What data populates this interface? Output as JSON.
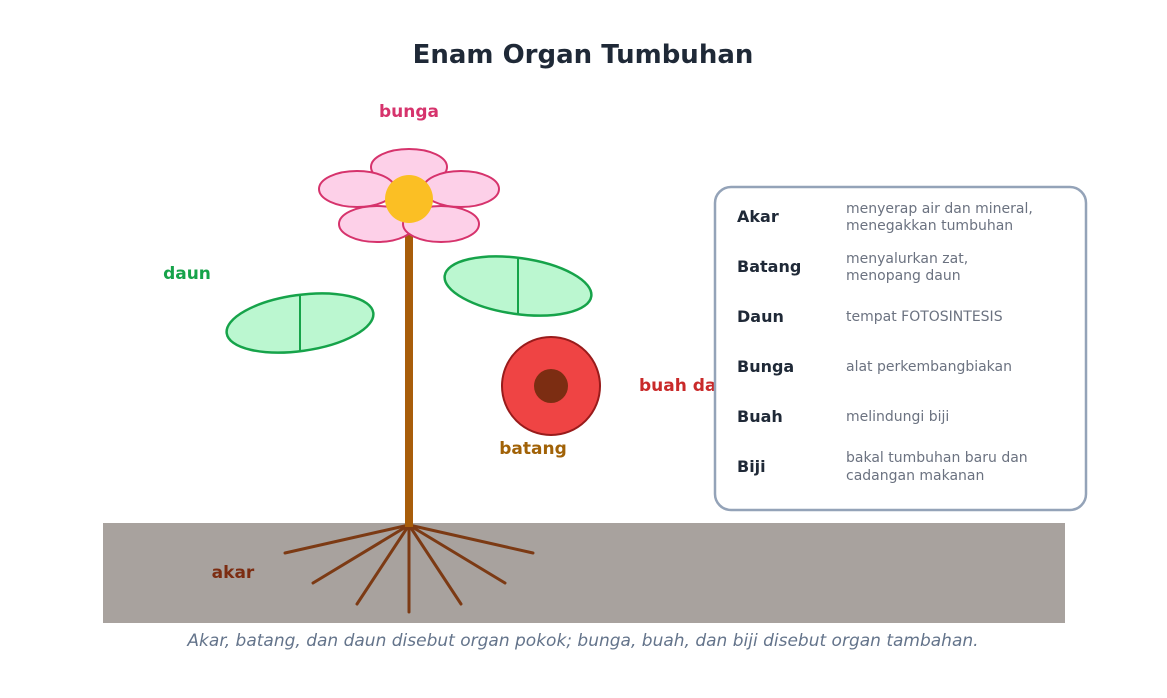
{
  "title": "Enam Organ Tumbuhan",
  "labels": {
    "bunga": "bunga",
    "daun": "daun",
    "buah": "buah dan biji",
    "batang": "batang",
    "akar": "akar"
  },
  "legend": [
    {
      "organ": "Akar",
      "lines": [
        "menyerap air dan mineral,",
        "menegakkan tumbuhan"
      ]
    },
    {
      "organ": "Batang",
      "lines": [
        "menyalurkan zat,",
        "menopang daun"
      ]
    },
    {
      "organ": "Daun",
      "lines": [
        "tempat FOTOSINTESIS"
      ]
    },
    {
      "organ": "Bunga",
      "lines": [
        "alat perkembangbiakan"
      ]
    },
    {
      "organ": "Buah",
      "lines": [
        "melindungi biji"
      ]
    },
    {
      "organ": "Biji",
      "lines": [
        "bakal tumbuhan baru dan",
        "cadangan makanan"
      ]
    }
  ],
  "caption": "Akar, batang, dan daun disebut organ pokok; bunga, buah, dan biji disebut organ tambahan.",
  "colors": {
    "title": "#1f2937",
    "flower_label": "#d6336c",
    "leaf_label": "#16a34a",
    "fruit_label": "#c92a2a",
    "stem_label": "#a16207",
    "root_label": "#7c2d12",
    "soil": "#a8a29e",
    "stem": "#a85d0a",
    "root": "#7c3a14",
    "petal_fill": "#fdd0e8",
    "petal_stroke": "#d6336c",
    "flower_center": "#fbbf24",
    "leaf_fill": "#bbf7d0",
    "leaf_stroke": "#16a34a",
    "fruit_fill": "#ef4444",
    "fruit_stroke": "#991b1b",
    "seed": "#7c2d12",
    "legend_border": "#94a3b8",
    "legend_term": "#1f2937",
    "legend_desc": "#6b7280",
    "caption": "#64748b"
  }
}
